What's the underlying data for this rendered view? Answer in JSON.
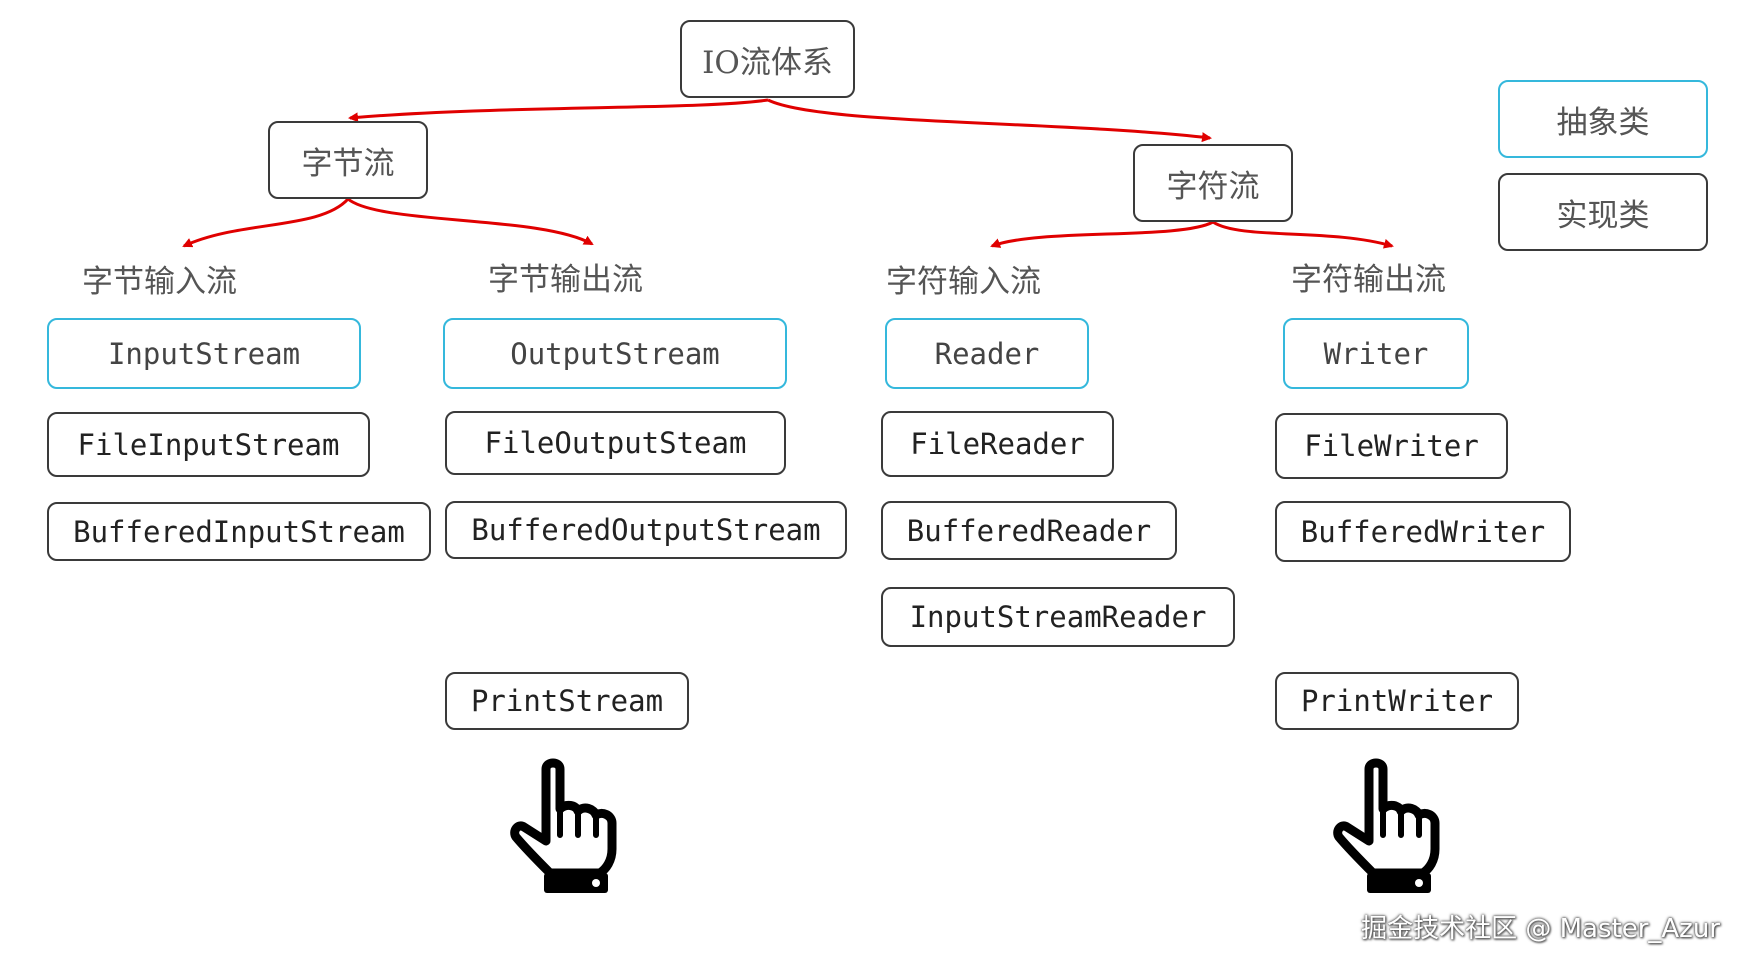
{
  "root": "IO流体系",
  "legend": {
    "abstract": "抽象类",
    "concrete": "实现类"
  },
  "colors": {
    "arrow": "#e00000",
    "abstract_border": "#35b8dc",
    "concrete_border": "#3a3a3a"
  },
  "byte_stream": {
    "title": "字节流",
    "input": {
      "label": "字节输入流",
      "abstract": "InputStream",
      "impl": [
        "FileInputStream",
        "BufferedInputStream"
      ]
    },
    "output": {
      "label": "字节输出流",
      "abstract": "OutputStream",
      "impl": [
        "FileOutputSteam",
        "BufferedOutputStream",
        "PrintStream"
      ]
    }
  },
  "char_stream": {
    "title": "字符流",
    "input": {
      "label": "字符输入流",
      "abstract": "Reader",
      "impl": [
        "FileReader",
        "BufferedReader",
        "InputStreamReader"
      ]
    },
    "output": {
      "label": "字符输出流",
      "abstract": "Writer",
      "impl": [
        "FileWriter",
        "BufferedWriter",
        "PrintWriter"
      ]
    }
  },
  "icons": [
    "pointing-hand-icon",
    "pointing-hand-icon"
  ],
  "watermark": "掘金技术社区 @ Master_Azur"
}
